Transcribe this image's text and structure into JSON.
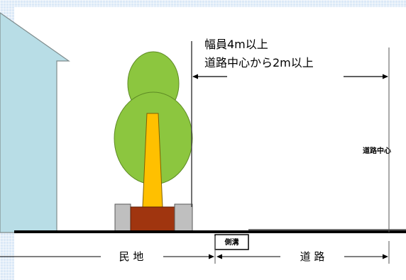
{
  "labels": {
    "width_line1": "幅員4m以上",
    "width_line2": "道路中心から2m以上",
    "road_center": "道路中心",
    "private_land": "民 地",
    "gutter": "側溝",
    "road": "道 路"
  },
  "colors": {
    "background": "#dbe9f7",
    "house": "#b8dde6",
    "tree_foliage": "#8cc63f",
    "tree_trunk": "#ffc000",
    "planter": "#a0350f",
    "curb": "#bfbfbf",
    "ground": "#000000"
  }
}
